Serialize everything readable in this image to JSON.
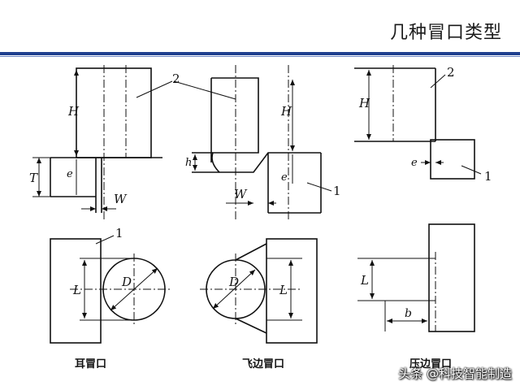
{
  "title": "几种冒口类型",
  "captions": {
    "ear_riser": "耳冒口",
    "fin_riser": "飞边冒口",
    "pressure_edge_riser": "压边冒口"
  },
  "labels": {
    "part_1": "1",
    "part_2": "2",
    "dim_H": "H",
    "dim_T": "T",
    "dim_e": "e",
    "dim_W": "W",
    "dim_h": "h",
    "dim_L": "L",
    "dim_D": "D",
    "dim_b": "b"
  },
  "watermark": "头条 @科技智能制造"
}
